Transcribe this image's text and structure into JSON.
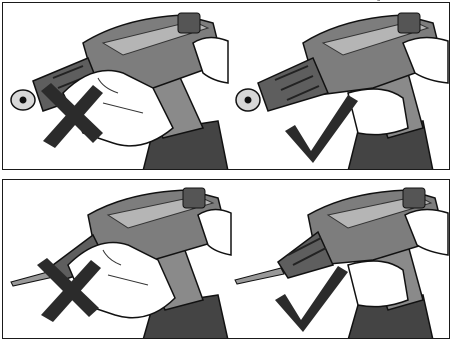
{
  "corner_mark": "·̂",
  "panels": [
    {
      "name": "top",
      "illustrations": [
        {
          "verdict": "incorrect",
          "symbol": "x-mark-icon",
          "tool_tip": "drill-chuck"
        },
        {
          "verdict": "correct",
          "symbol": "check-mark-icon",
          "tool_tip": "drill-chuck"
        }
      ]
    },
    {
      "name": "bottom",
      "illustrations": [
        {
          "verdict": "incorrect",
          "symbol": "x-mark-icon",
          "tool_tip": "screwdriver-bit"
        },
        {
          "verdict": "correct",
          "symbol": "check-mark-icon",
          "tool_tip": "screwdriver-bit"
        }
      ]
    }
  ],
  "colors": {
    "line": "#1a1a1a",
    "body_gray": "#7d7d7d",
    "light_gray": "#bdbdbd",
    "dark": "#2b2b2b"
  }
}
